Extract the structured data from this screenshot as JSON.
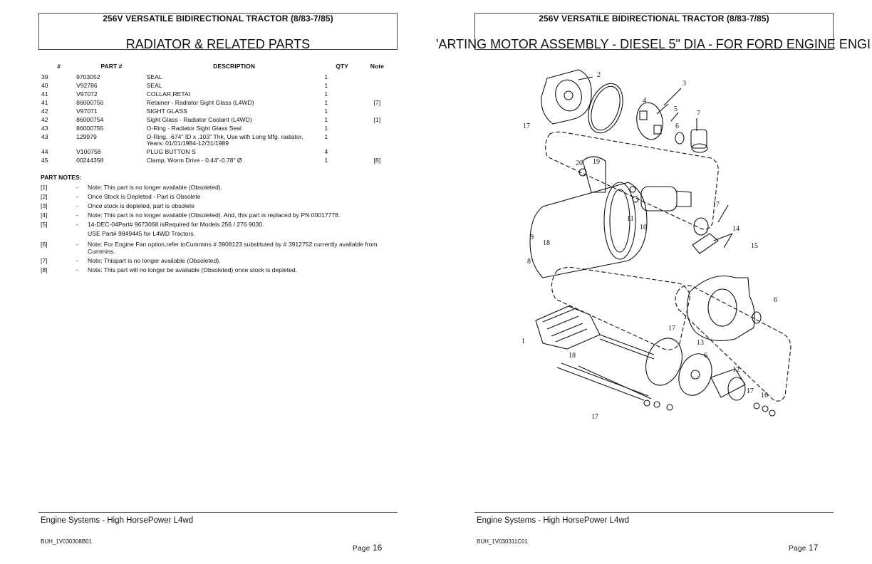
{
  "left_page": {
    "header_title": "256V VERSATILE BIDIRECTIONAL TRACTOR (8/83-7/85)",
    "section_title": "RADIATOR & RELATED PARTS",
    "table": {
      "headers": {
        "num": "#",
        "part": "PART #",
        "desc": "DESCRIPTION",
        "qty": "QTY",
        "note": "Note"
      },
      "rows": [
        {
          "num": "39",
          "part": "9703052",
          "desc": "SEAL",
          "qty": "1",
          "note": ""
        },
        {
          "num": "40",
          "part": "V92786",
          "desc": "SEAL",
          "qty": "1",
          "note": ""
        },
        {
          "num": "41",
          "part": "V97072",
          "desc": "COLLAR,RETAI",
          "qty": "1",
          "note": ""
        },
        {
          "num": "41",
          "part": "86000756",
          "desc": "Retainer - Radiator Sight Glass  (L4WD)",
          "qty": "1",
          "note": "[7]"
        },
        {
          "num": "42",
          "part": "V97071",
          "desc": "SIGHT GLASS",
          "qty": "1",
          "note": ""
        },
        {
          "num": "42",
          "part": "86000754",
          "desc": "Sight Glass - Radiator Coolant  (L4WD)",
          "qty": "1",
          "note": "[1]"
        },
        {
          "num": "43",
          "part": "86000755",
          "desc": "O-Ring - Radiator Sight Glass Seal",
          "qty": "1",
          "note": ""
        },
        {
          "num": "43",
          "part": "129979",
          "desc": "O-Ring, .674\" ID x .103\" Thk, Use with Long Mfg. radiator,",
          "desc2": "Years: 01/01/1984-12/31/1989",
          "qty": "1",
          "note": ""
        },
        {
          "num": "44",
          "part": "V100758",
          "desc": "PLUG BUTTON S",
          "qty": "4",
          "note": ""
        },
        {
          "num": "45",
          "part": "00244358",
          "desc": "Clamp, Worm Drive - 0.44\"-0.78\" Ø",
          "qty": "1",
          "note": "[8]"
        }
      ]
    },
    "notes_heading": "PART NOTES:",
    "notes": [
      {
        "id": "[1]",
        "dash": "-",
        "text": "Note: This part is no longer available (Obsoleted).",
        "extra": ""
      },
      {
        "id": "[2]",
        "dash": "-",
        "text": "Once Stock is Depleted - Part is Obsolete",
        "extra": ""
      },
      {
        "id": "[3]",
        "dash": "-",
        "text": "Once stock is depleted, part is obsolete",
        "extra": ""
      },
      {
        "id": "[4]",
        "dash": "-",
        "text": "Note: This part is no longer available (Obsoleted). And, this part is replaced by PN 00017778.",
        "extra": ""
      },
      {
        "id": "[5]",
        "dash": "-",
        "text": "14-DEC-04Part# 9673068 isRequired for Models 256 / 276  9030.",
        "extra": "USE Part# 9849445 for L4WD Tractors."
      },
      {
        "id": "[6]",
        "dash": "-",
        "text": "Note: For Engine Fan option,refer toCummins # 3908123 substituted by # 3912752 currently available from Cummins.",
        "extra": ""
      },
      {
        "id": "[7]",
        "dash": "-",
        "text": "Note: Thispart is no longer available (Obsoleted).",
        "extra": ""
      },
      {
        "id": "[8]",
        "dash": "-",
        "text": "Note: This part will no longer be available (Obsoleted) once stock is depleted.",
        "extra": ""
      }
    ],
    "footer_system": "Engine Systems - High HorsePower L4wd",
    "footer_code": "BUH_1V030308B01",
    "footer_page_word": "Page",
    "footer_page_num": "16"
  },
  "right_page": {
    "header_title": "256V VERSATILE BIDIRECTIONAL TRACTOR (8/83-7/85)",
    "section_title": "'ARTING MOTOR ASSEMBLY - DIESEL 5\" DIA - FOR FORD ENGINE ENGI",
    "diagram_callouts": [
      "1",
      "2",
      "3",
      "4",
      "5",
      "6",
      "6",
      "6",
      "7",
      "8",
      "9",
      "10",
      "11",
      "12",
      "13",
      "14",
      "15",
      "16",
      "17",
      "17",
      "17",
      "17",
      "17",
      "18",
      "18",
      "19",
      "20"
    ],
    "footer_system": "Engine Systems - High HorsePower L4wd",
    "footer_code": "BUH_1V030311C01",
    "footer_page_word": "Page",
    "footer_page_num": "17"
  }
}
